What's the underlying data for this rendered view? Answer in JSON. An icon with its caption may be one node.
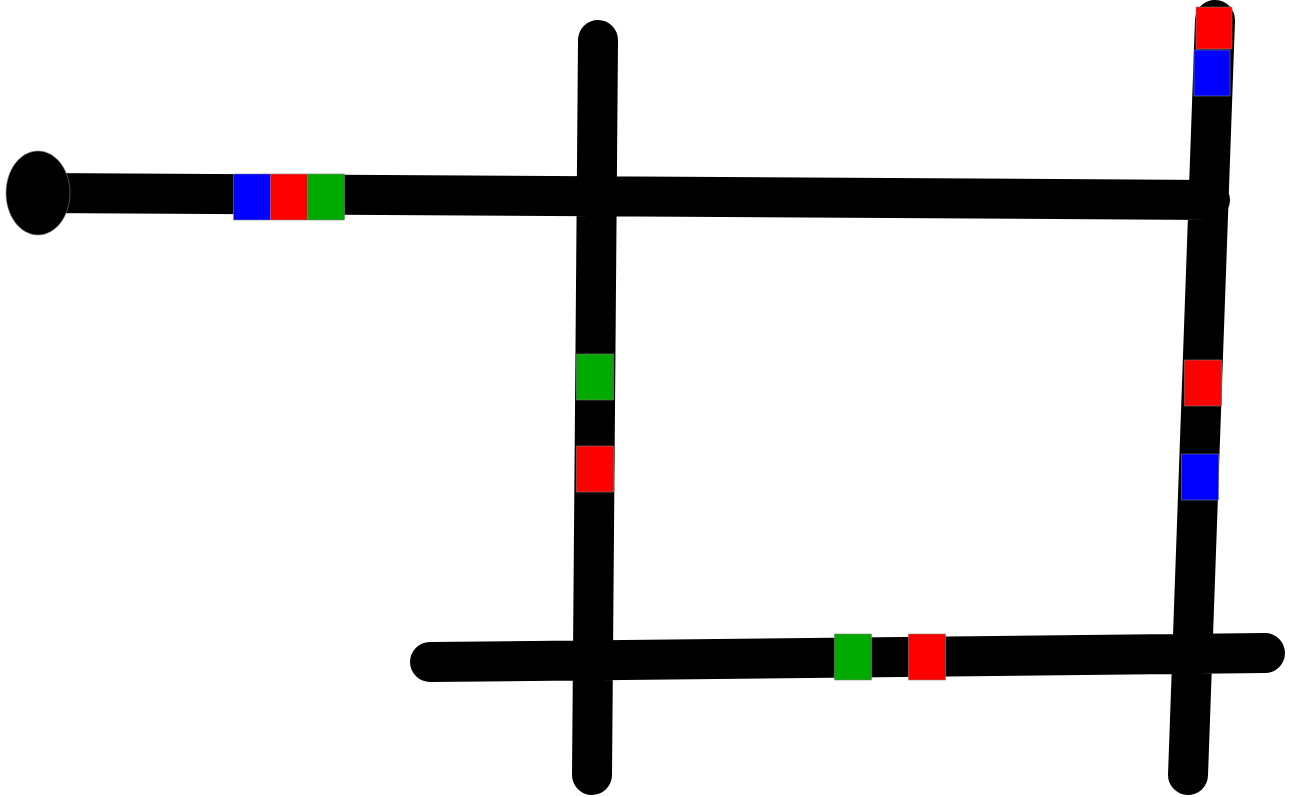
{
  "diagram": {
    "nodes": [
      {
        "text": [],
        "shape": "box"
      },
      {
        "text": [],
        "shape": "box"
      },
      {
        "text": [],
        "shape": "circle"
      },
      {
        "text": [],
        "shape": "box"
      },
      {
        "text": [],
        "shape": "box"
      },
      {
        "text": [],
        "shape": "box"
      },
      {
        "text": [],
        "shape": "box"
      },
      {
        "text": [],
        "shape": "box"
      },
      {
        "text": [],
        "shape": "box"
      },
      {
        "text": [],
        "shape": "box"
      },
      {
        "text": [],
        "shape": "box"
      },
      {
        "text": [],
        "shape": "box"
      }
    ]
  }
}
